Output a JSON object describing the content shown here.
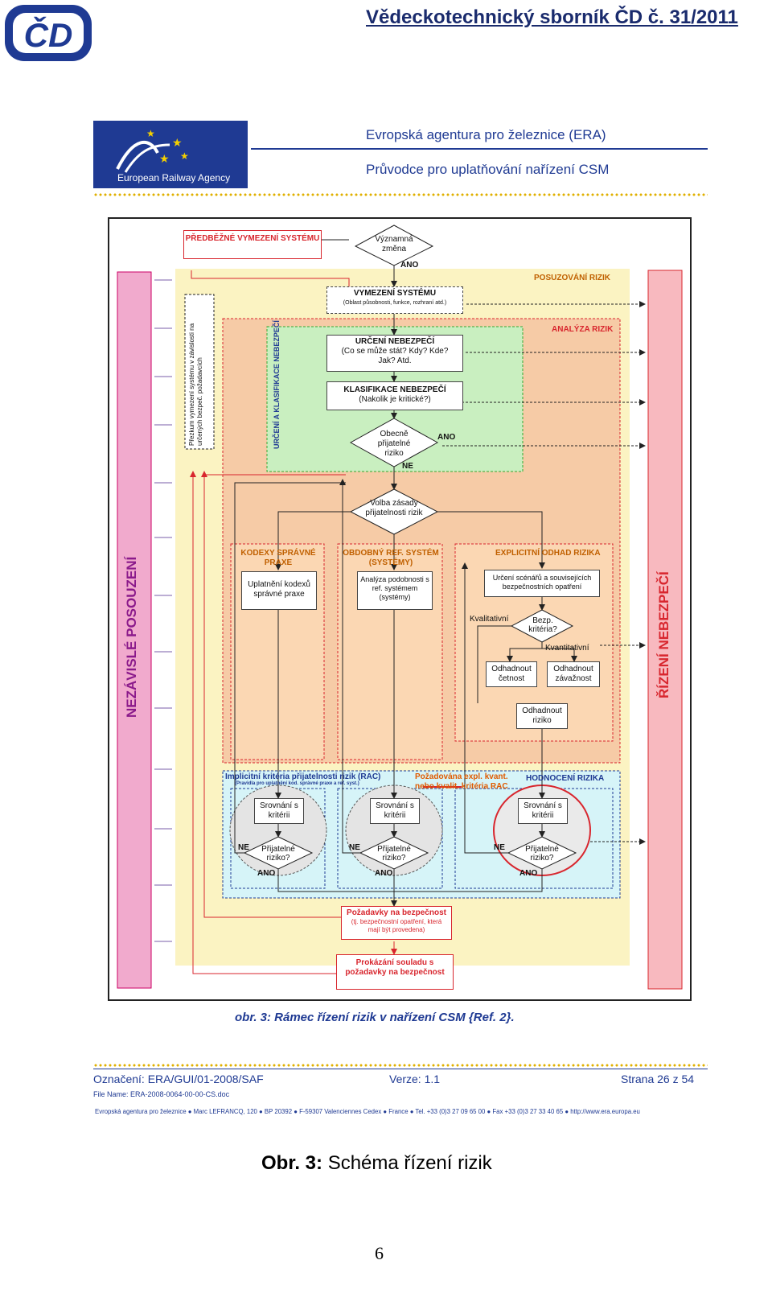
{
  "header": {
    "logo": "CD-logo",
    "journal_title": "Vědeckotechnický sborník ČD č. 31/2011"
  },
  "era_header": {
    "agency_logo_text": "European Railway Agency",
    "title_line1": "Evropská agentura pro železnice (ERA)",
    "title_line2": "Průvodce pro uplatňování nařízení CSM"
  },
  "diagram": {
    "predbezne": "PŘEDBĚŽNÉ VYMEZENÍ SYSTÉMU",
    "vyznamna_zmena": "Významná změna",
    "ano_top": "ANO",
    "posuzovani_rizik": "POSUZOVÁNÍ RIZIK",
    "vymezeni_systemu": "VYMEZENÍ SYSTÉMU",
    "vymezeni_sub": "(Oblast působnosti, funkce, rozhraní atd.)",
    "analyza_rizik": "ANALÝZA RIZIK",
    "urceni_nebezpeci": "URČENÍ NEBEZPEČÍ",
    "urceni_sub": "(Co se může stát? Kdy? Kde? Jak? Atd.",
    "klasifikace": "KLASIFIKACE NEBEZPEČÍ",
    "klasifikace_sub": "(Nakolik je kritické?)",
    "obecne": "Obecně přijatelné riziko",
    "ano_obecne": "ANO",
    "ne_obecne": "NE",
    "urceni_klasifikace_vert": "URČENÍ A KLASIFIKACE NEBEZPEČÍ",
    "prezkum_vert": "Přezkum vymezení systému v závislosti na určených bezpeč. požadavcích",
    "volba": "Volba zásady přijatelnosti rizik",
    "kodexy": "KODEXY SPRÁVNÉ PRAXE",
    "uplatneni": "Uplatnění kodexů správné praxe",
    "obdobny": "OBDOBNÝ REF. SYSTÉM (SYSTÉMY)",
    "analyza_podobnosti": "Analýza podobnosti s ref. systémem (systémy)",
    "explicitni": "EXPLICITNÍ ODHAD RIZIKA",
    "urceni_scenaru": "Určení scénářů a souvisejících bezpečnostních opatření",
    "kvalitativni": "Kvalitativní",
    "bezp_kriteria": "Bezp. kritéria?",
    "kvantitativni": "Kvantitativní",
    "odhadnout_cetnost": "Odhadnout četnost",
    "odhadnout_zavaznost": "Odhadnout závažnost",
    "odhadnout_riziko": "Odhadnout riziko",
    "implicitni": "Implicitní kritéria přijatelnosti rizik (RAC)",
    "implicitni_sub": "(Pravidla pro uplatnění kod. správné praxe a ref. syst.)",
    "pozadovana": "Požadována expl. kvant. nebo kvalit. kritéria RAC",
    "hodnoceni": "HODNOCENÍ RIZIKA",
    "srovnani": "Srovnání s kritérii",
    "prijatelne": "Přijatelné riziko?",
    "ne": "NE",
    "ano": "ANO",
    "pozadavky": "Požadavky na bezpečnost",
    "pozadavky_sub": "(tj. bezpečnostní opatření, která mají být provedena)",
    "prokazani": "Prokázání souladu s požadavky na bezpečnost",
    "nezavisle": "NEZÁVISLÉ POSOUZENÍ",
    "rizeni_nebezpeci": "ŘÍZENÍ NEBEZPEČÍ"
  },
  "figure_caption": "obr. 3: Rámec řízení rizik v nařízení CSM {Ref. 2}.",
  "doc_footer": {
    "oznaceni": "Označení: ERA/GUI/01-2008/SAF",
    "verze": "Verze: 1.1",
    "strana": "Strana 26 z 54",
    "file_name": "File Name: ERA-2008-0064-00-00-CS.doc",
    "address": "Evropská agentura pro železnice ● Marc LEFRANCQ, 120 ● BP 20392 ● F-59307 Valenciennes Cedex ● France ● Tel. +33 (0)3 27 09 65 00 ● Fax +33 (0)3 27 33 40 65 ● http://www.era.europa.eu"
  },
  "obr_caption": {
    "label": "Obr. 3:",
    "text": " Schéma řízení rizik"
  },
  "page_number": "6",
  "colors": {
    "era_blue": "#1f3a93",
    "red": "#d8262e",
    "yellow_bg": "#fbf3c2",
    "orange_bg": "#f6cba6",
    "green_bg": "#c9efc0",
    "cyan_bg": "#d6f4f8",
    "pink_bar": "#f1aacd",
    "rose_bar": "#f8b9bf"
  }
}
